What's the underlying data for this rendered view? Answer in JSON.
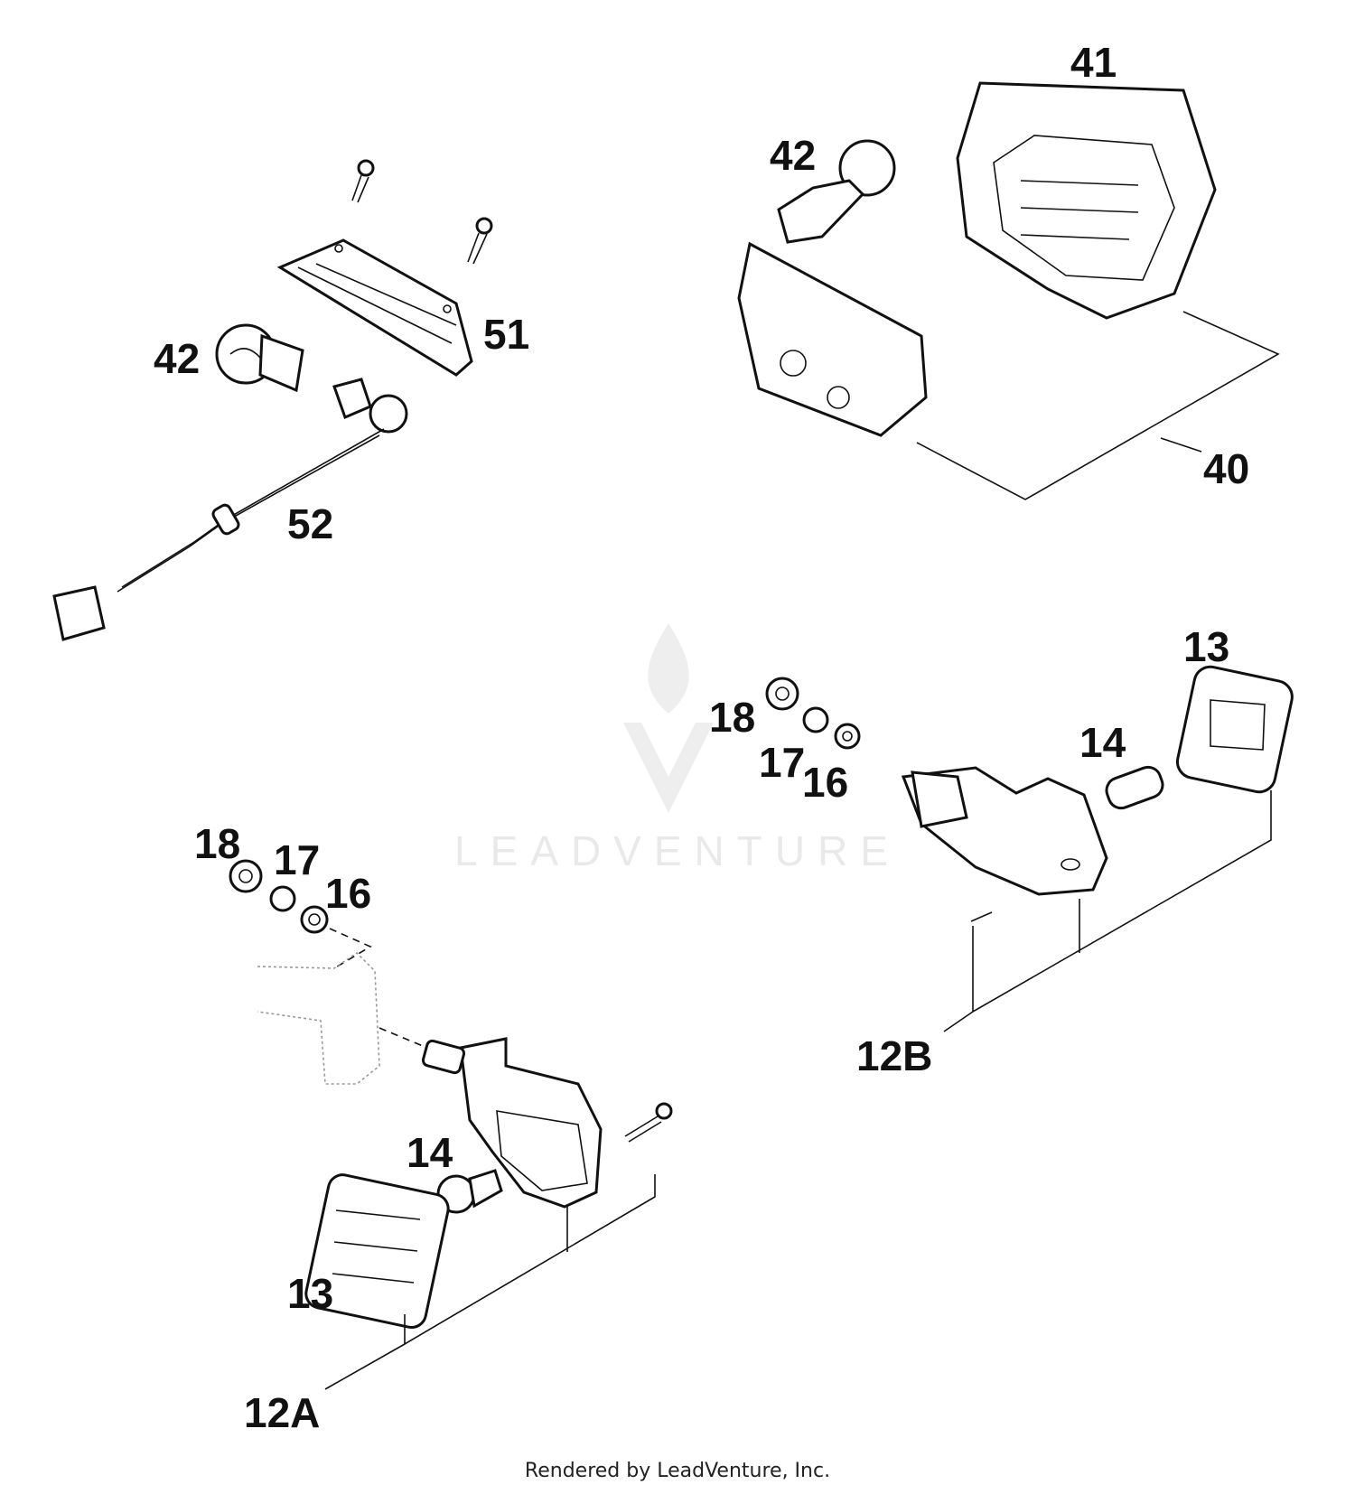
{
  "watermark": {
    "text": "LEADVENTURE"
  },
  "footer": {
    "text": "Rendered by LeadVenture, Inc."
  },
  "labels": {
    "p41": "41",
    "p42_top": "42",
    "p40": "40",
    "p42_left": "42",
    "p51": "51",
    "p52": "52",
    "p13_right": "13",
    "p18_right": "18",
    "p17_right": "17",
    "p16_right": "16",
    "p14_right": "14",
    "p12b": "12B",
    "p18_left": "18",
    "p17_left": "17",
    "p16_left": "16",
    "p14_left": "14",
    "p13_left": "13",
    "p12a": "12A"
  }
}
